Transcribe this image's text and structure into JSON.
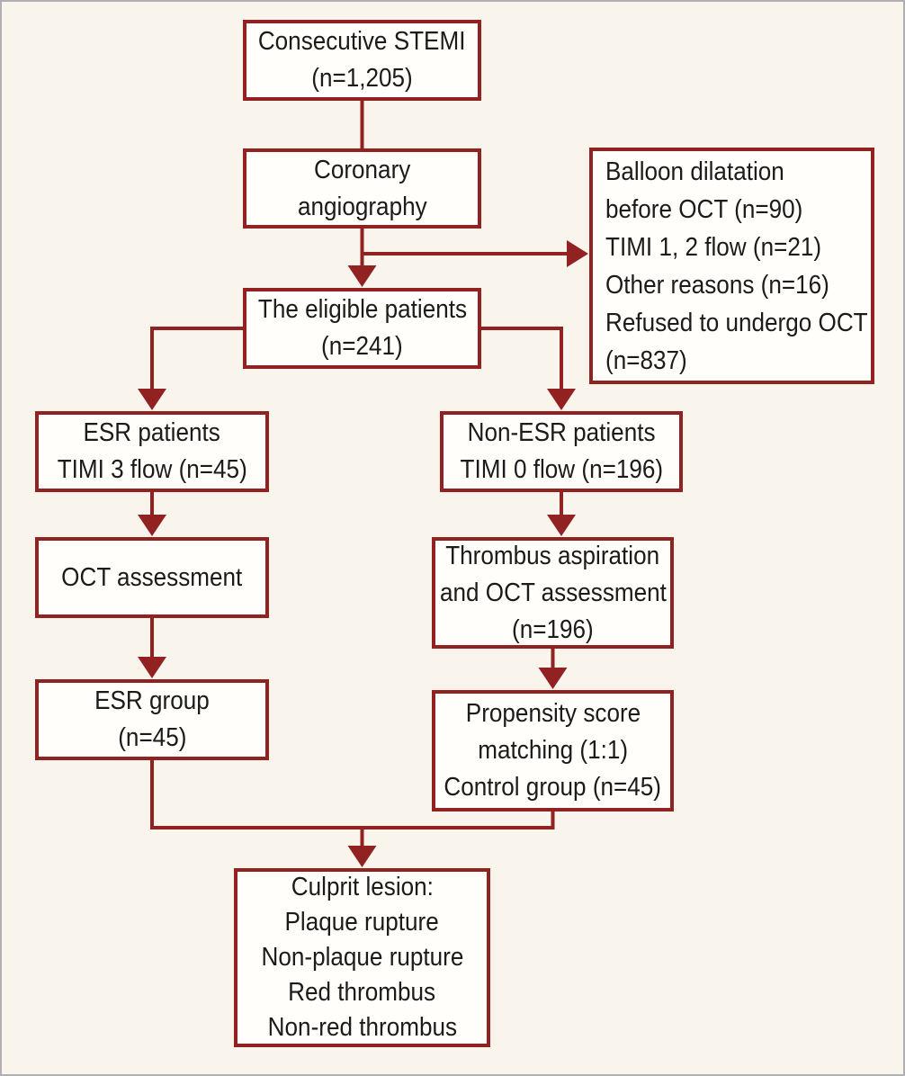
{
  "figure": {
    "type": "flowchart",
    "colors": {
      "accent": "#922222",
      "background": "#F9F5ED",
      "frame": "#AFAFB4",
      "box_fill": "#FFFEFB",
      "text": "#1B1B1B"
    }
  },
  "nodes": {
    "consecutive": {
      "lines": [
        "Consecutive STEMI",
        "(n=1,205)"
      ]
    },
    "angiography": {
      "lines": [
        "Coronary",
        "angiography"
      ]
    },
    "exclusions": {
      "lines": [
        "Balloon dilatation",
        "before OCT (n=90)",
        "TIMI 1, 2 flow (n=21)",
        "Other reasons (n=16)",
        "Refused to undergo OCT",
        "(n=837)"
      ]
    },
    "eligible": {
      "lines": [
        "The eligible patients",
        "(n=241)"
      ]
    },
    "esr_patients": {
      "lines": [
        "ESR patients",
        "TIMI 3 flow (n=45)"
      ]
    },
    "non_esr_patients": {
      "lines": [
        "Non-ESR patients",
        "TIMI 0 flow (n=196)"
      ]
    },
    "oct_assessment": {
      "lines": [
        "OCT assessment"
      ]
    },
    "thrombus_aspiration": {
      "lines": [
        "Thrombus aspiration",
        "and OCT assessment",
        "(n=196)"
      ]
    },
    "esr_group": {
      "lines": [
        "ESR group",
        "(n=45)"
      ]
    },
    "propensity_matching": {
      "lines": [
        "Propensity score",
        "matching (1:1)",
        "Control group (n=45)"
      ]
    },
    "culprit_lesion": {
      "lines": [
        "Culprit lesion:",
        "Plaque rupture",
        "Non-plaque rupture",
        "Red thrombus",
        "Non-red thrombus"
      ]
    }
  }
}
